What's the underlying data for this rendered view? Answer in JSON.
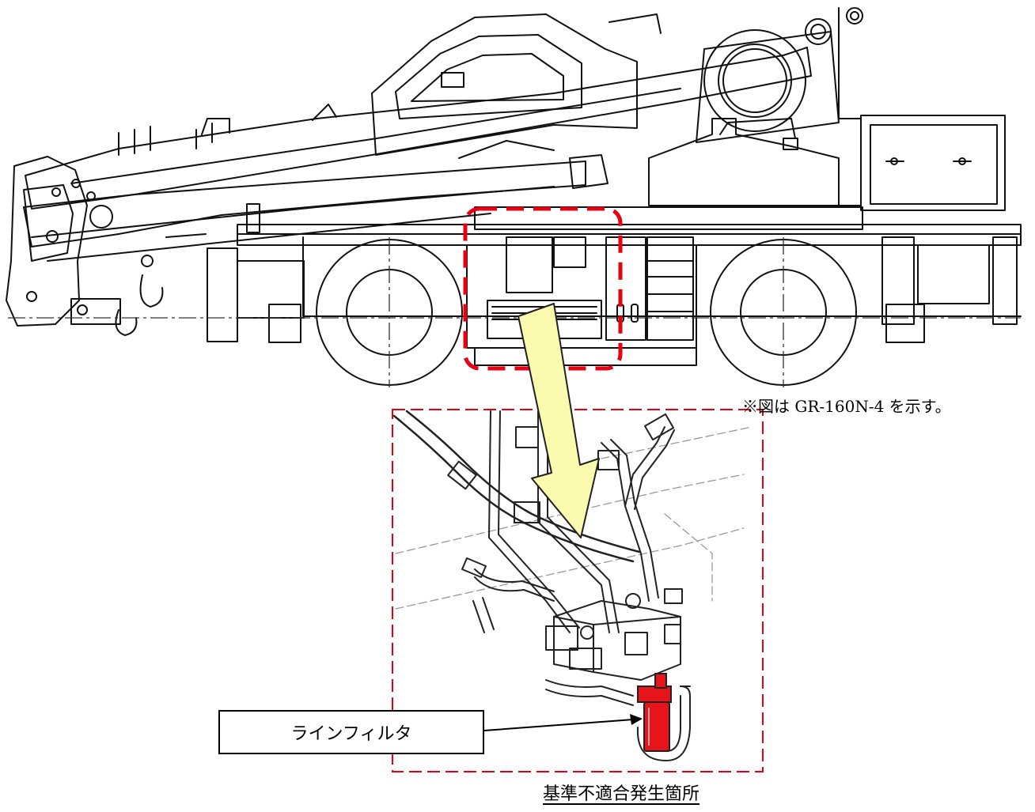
{
  "note": "※図は GR-160N-4 を示す。",
  "callout_label": "ラインフィルタ",
  "caption": "基準不適合発生箇所",
  "colors": {
    "line": "#111111",
    "highlight_dash": "#e60012",
    "arrow_fill": "#fbfbb0",
    "filter_red": "#e8141c"
  },
  "icons": {
    "crane": "rough-terrain-crane-line-drawing",
    "detail": "hydraulic-piping-detail",
    "arrow": "zoom-arrow"
  }
}
